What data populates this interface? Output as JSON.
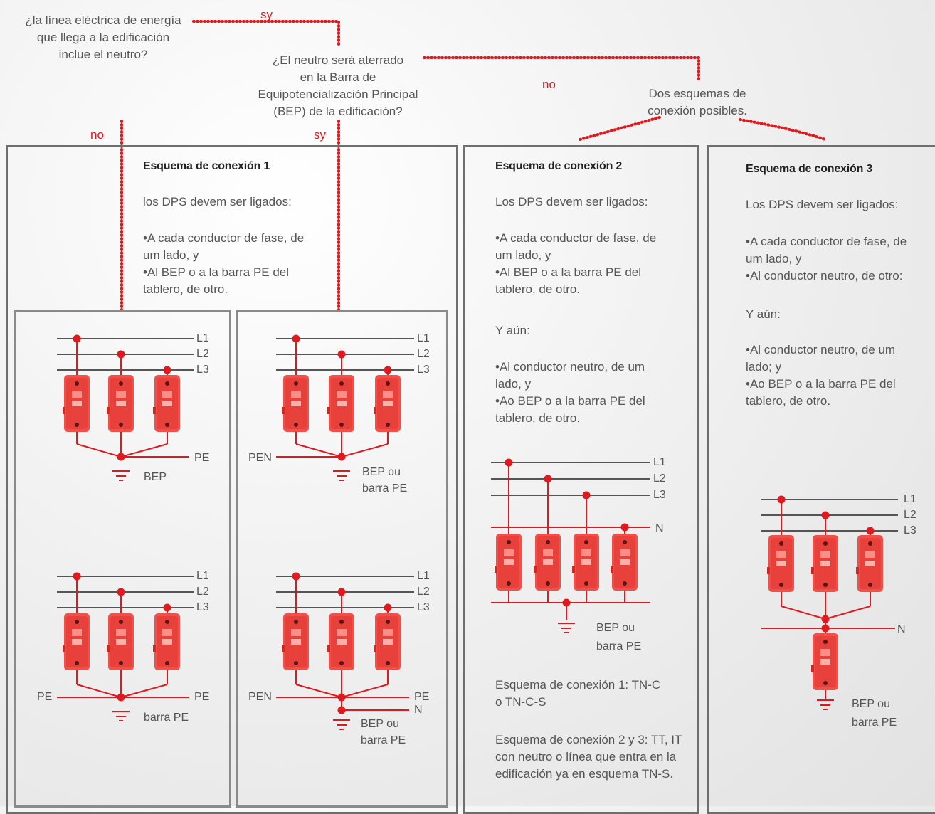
{
  "question1": "¿la línea eléctrica de energía\nque llega a la edificación\ninclue el neutro?",
  "question2": "¿El neutro será aterrado\nen la Barra de\nEquipotencialización Principal\n(BEP) de la edificación?",
  "two_schemes": "Dos esquemas de\nconexión posibles.",
  "labels": {
    "sy": "sy",
    "no": "no"
  },
  "scheme1": {
    "title": "Esquema de conexión 1",
    "intro": "los DPS devem ser ligados:",
    "bullets": "•A cada conductor de fase, de\num lado, y\n•Al BEP o a la barra PE del\ntablero, de otro."
  },
  "scheme2": {
    "title": "Esquema de conexión 2",
    "intro": "Los DPS devem ser ligados:",
    "bullets1": "•A cada conductor de fase, de\num lado, y\n•Al BEP o a la barra PE del\ntablero, de otro.",
    "y_aun": "Y aún:",
    "bullets2": "•Al conductor neutro, de um\nlado, y\n•Ao BEP o a la barra PE del\ntablero, de otro.",
    "note1": "Esquema de conexión 1: TN-C\no TN-C-S",
    "note2": "Esquema de conexión 2 y 3: TT, IT\ncon neutro o línea que entra en la\nedificación ya en esquema TN-S."
  },
  "scheme3": {
    "title": "Esquema de conexión 3",
    "intro": "Los DPS devem ser ligados:",
    "bullets1": "•A cada conductor de fase, de\num lado, y\n•Al conductor neutro, de otro:",
    "y_aun": "Y aún:",
    "bullets2": "•Al conductor neutro, de  um\nlado; y\n•Ao BEP o a la barra PE del\ntablero, de otro."
  },
  "wire_labels": {
    "L1": "L1",
    "L2": "L2",
    "L3": "L3",
    "N": "N",
    "PE": "PE",
    "PEN": "PEN",
    "BEP": "BEP",
    "BEP_ou_barra_PE": "BEP ou\nbarra PE",
    "barra_PE": "barra PE"
  },
  "colors": {
    "accent": "#e0191e",
    "device": "#f0504a",
    "wire": "#555555",
    "border": "#6e6e6e"
  }
}
